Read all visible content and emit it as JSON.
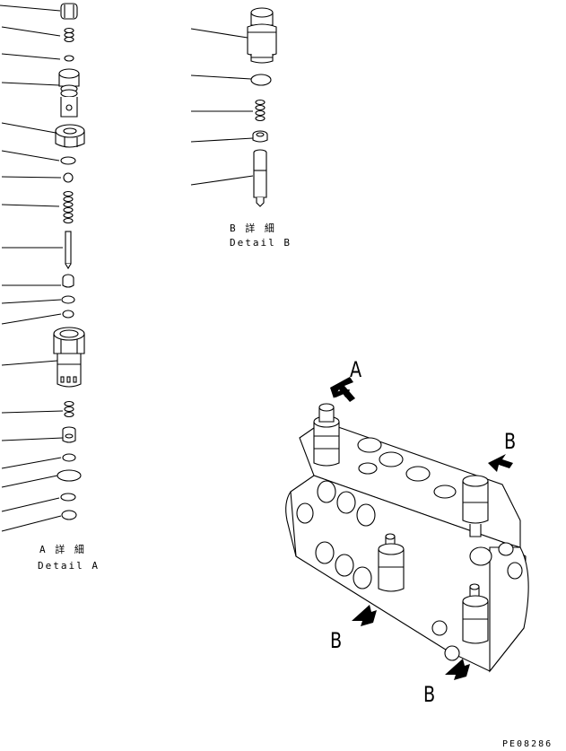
{
  "detail_a": {
    "jp": "A 詳 細",
    "en": "Detail A"
  },
  "detail_b": {
    "jp": "B 詳 細",
    "en": "Detail B"
  },
  "callouts": {
    "a": "A",
    "b1": "B",
    "b2": "B",
    "b3": "B"
  },
  "drawing_code": "PE08286"
}
